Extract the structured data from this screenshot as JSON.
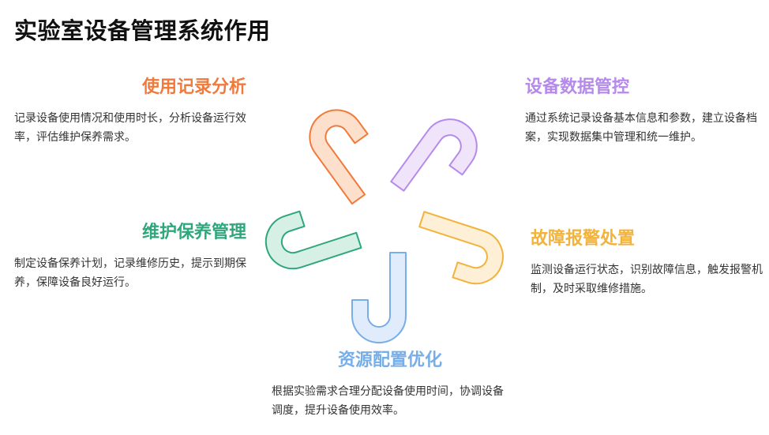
{
  "title": "实验室设备管理系统作用",
  "colors": {
    "orange": "#F07A3C",
    "purple": "#B58AEB",
    "green": "#2FA77C",
    "yellow": "#F2B33D",
    "blue": "#78AEE8"
  },
  "blocks": {
    "usage": {
      "title": "使用记录分析",
      "desc": "记录设备使用情况和使用时长，分析设备运行效率，评估维护保养需求。"
    },
    "data": {
      "title": "设备数据管控",
      "desc": "通过系统记录设备基本信息和参数，建立设备档案，实现数据集中管理和统一维护。"
    },
    "maint": {
      "title": "维护保养管理",
      "desc": "制定设备保养计划，记录维修历史，提示到期保养，保障设备良好运行。"
    },
    "alarm": {
      "title": "故障报警处置",
      "desc": "监测设备运行状态，识别故障信息，触发报警机制，及时采取维修措施。"
    },
    "alloc": {
      "title": "资源配置优化",
      "desc": "根据实验需求合理分配设备使用时间，协调设备调度，提升设备使用效率。"
    }
  }
}
